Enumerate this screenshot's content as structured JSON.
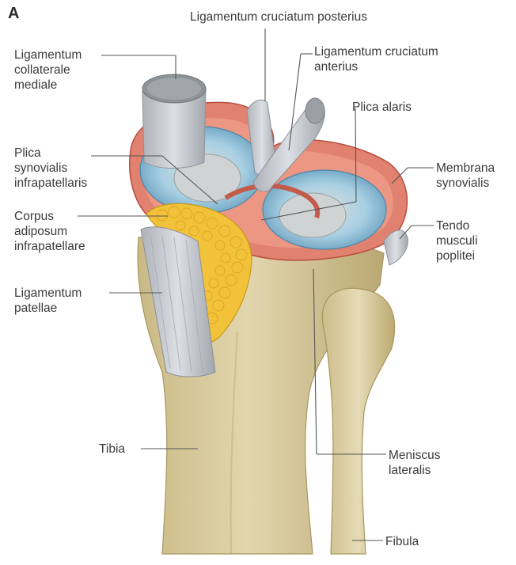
{
  "figure": {
    "letter": "A"
  },
  "labels": {
    "lig_cruciatum_posterius": "Ligamentum cruciatum posterius",
    "lig_cruciatum_anterius": "Ligamentum cruciatum\nanterius",
    "plica_alaris": "Plica alaris",
    "membrana_synovialis": "Membrana\nsynovialis",
    "tendo_musculi_poplitei": "Tendo\nmusculi\npoplitei",
    "meniscus_lateralis": "Meniscus\nlateralis",
    "fibula": "Fibula",
    "tibia": "Tibia",
    "lig_patellae": "Ligamentum\npatellae",
    "corpus_adiposum": "Corpus\nadiposum\ninfrapatellare",
    "plica_synovialis": "Plica\nsynovialis\ninfrapatellaris",
    "lig_collaterale_mediale": "Ligamentum\ncollaterale\nmediale"
  },
  "colors": {
    "bone": "#d8cba0",
    "bone_shadow": "#b7a876",
    "synovium": "#e0826f",
    "synovium_dark": "#c45a4a",
    "meniscus_blue": "#6fa9c8",
    "meniscus_light": "#a9d0e3",
    "cartilage_grey": "#cfd3d3",
    "fat": "#f2c23a",
    "ligament": "#c9ccd2",
    "leader_line": "#555555"
  }
}
